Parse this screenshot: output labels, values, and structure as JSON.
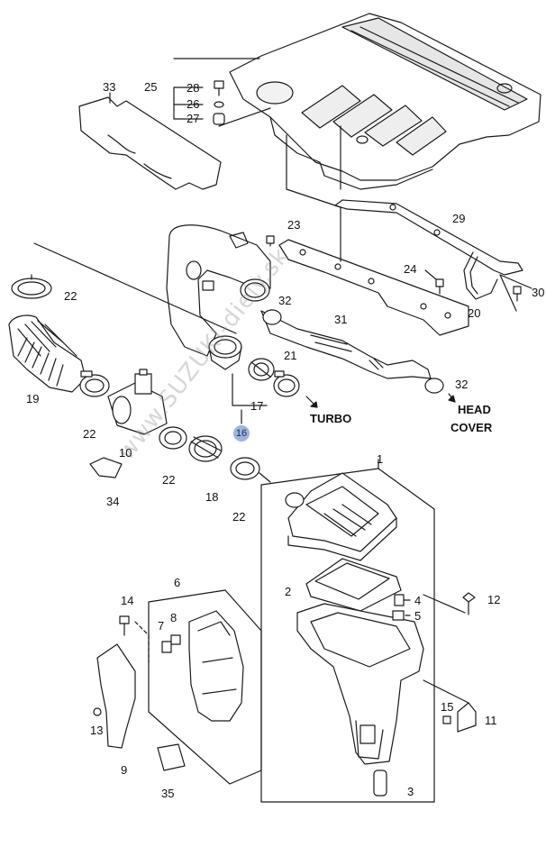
{
  "diagram": {
    "callouts": [
      {
        "id": "c1",
        "text": "1"
      },
      {
        "id": "c2",
        "text": "2"
      },
      {
        "id": "c3",
        "text": "3"
      },
      {
        "id": "c4",
        "text": "4"
      },
      {
        "id": "c5",
        "text": "5"
      },
      {
        "id": "c6",
        "text": "6"
      },
      {
        "id": "c7",
        "text": "7"
      },
      {
        "id": "c8",
        "text": "8"
      },
      {
        "id": "c9",
        "text": "9"
      },
      {
        "id": "c10",
        "text": "10"
      },
      {
        "id": "c11",
        "text": "11"
      },
      {
        "id": "c12",
        "text": "12"
      },
      {
        "id": "c13",
        "text": "13"
      },
      {
        "id": "c14",
        "text": "14"
      },
      {
        "id": "c15",
        "text": "15"
      },
      {
        "id": "c16",
        "text": "16"
      },
      {
        "id": "c17",
        "text": "17"
      },
      {
        "id": "c18",
        "text": "18"
      },
      {
        "id": "c19",
        "text": "19"
      },
      {
        "id": "c20",
        "text": "20"
      },
      {
        "id": "c21",
        "text": "21"
      },
      {
        "id": "c22a",
        "text": "22"
      },
      {
        "id": "c22b",
        "text": "22"
      },
      {
        "id": "c22c",
        "text": "22"
      },
      {
        "id": "c22d",
        "text": "22"
      },
      {
        "id": "c23",
        "text": "23"
      },
      {
        "id": "c24",
        "text": "24"
      },
      {
        "id": "c25",
        "text": "25"
      },
      {
        "id": "c26",
        "text": "26"
      },
      {
        "id": "c27",
        "text": "27"
      },
      {
        "id": "c28",
        "text": "28"
      },
      {
        "id": "c29",
        "text": "29"
      },
      {
        "id": "c30",
        "text": "30"
      },
      {
        "id": "c31",
        "text": "31"
      },
      {
        "id": "c32a",
        "text": "32"
      },
      {
        "id": "c32b",
        "text": "32"
      },
      {
        "id": "c33",
        "text": "33"
      },
      {
        "id": "c34",
        "text": "34"
      },
      {
        "id": "c35",
        "text": "35"
      }
    ],
    "annotations": {
      "turbo": "TURBO",
      "head_cover_line1": "HEAD",
      "head_cover_line2": "COVER"
    },
    "watermark": "www.SUZUKI-diely.sk",
    "colors": {
      "line": "#1a1a1a",
      "fill": "#ffffff",
      "shade": "#d8d8d8",
      "highlight_circle": "#9db4de"
    }
  }
}
